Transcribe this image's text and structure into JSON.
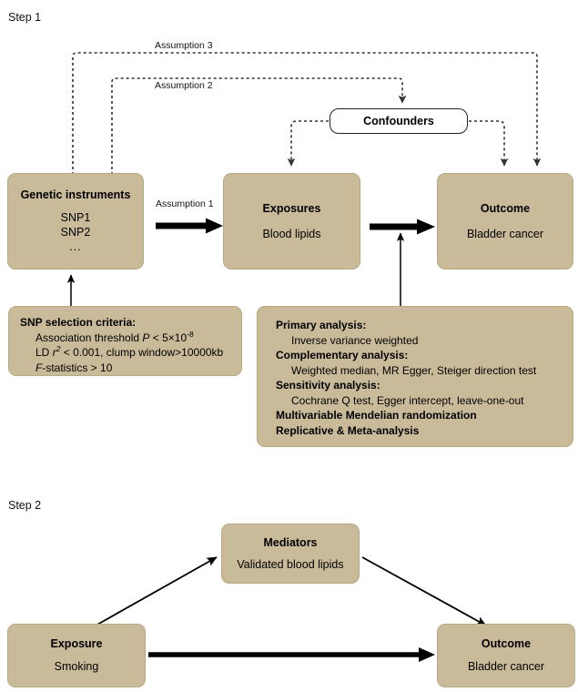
{
  "meta": {
    "figure_type": "flow-diagram",
    "colors": {
      "node_fill": "#c9ba99",
      "node_border": "#b9a981",
      "confounder_fill": "#ffffff",
      "confounder_border": "#232323",
      "arrow": "#000000",
      "dashed_arrow": "#333333",
      "text": "#000000",
      "background": "#ffffff"
    }
  },
  "step1": {
    "label": "Step 1",
    "nodes": {
      "genetic_instruments": {
        "title": "Genetic instruments",
        "snp1": "SNP1",
        "snp2": "SNP2",
        "dots": "..."
      },
      "exposures": {
        "title": "Exposures",
        "sub": "Blood lipids"
      },
      "outcome": {
        "title": "Outcome",
        "sub": "Bladder cancer"
      },
      "confounders": {
        "title": "Confounders"
      }
    },
    "edges": {
      "assumption1": "Assumption 1",
      "assumption2": "Assumption 2",
      "assumption3": "Assumption 3"
    },
    "snp_criteria": {
      "heading": "SNP selection criteria:",
      "line1_pre": "Association threshold ",
      "line1_p": "P",
      "line1_post": " < 5×10",
      "line1_exp": "-8",
      "line2_pre": "LD ",
      "line2_r": "r",
      "line2_r_exp": "2",
      "line2_post": " < 0.001, clump window>10000kb",
      "line3_f": "F",
      "line3_post": "-statistics > 10"
    },
    "analysis": {
      "primary_heading": "Primary analysis:",
      "primary_item": "Inverse variance weighted",
      "complementary_heading": "Complementary analysis:",
      "complementary_item": "Weighted median, MR Egger, Steiger direction test",
      "sensitivity_heading": "Sensitivity analysis:",
      "sensitivity_item": "Cochrane Q test, Egger intercept, leave-one-out",
      "mvmr_heading": "Multivariable Mendelian randomization",
      "replicative_heading": "Replicative & Meta-analysis"
    }
  },
  "step2": {
    "label": "Step 2",
    "nodes": {
      "mediators": {
        "title": "Mediators",
        "sub": "Validated blood lipids"
      },
      "exposure": {
        "title": "Exposure",
        "sub": "Smoking"
      },
      "outcome": {
        "title": "Outcome",
        "sub": "Bladder cancer"
      }
    }
  }
}
